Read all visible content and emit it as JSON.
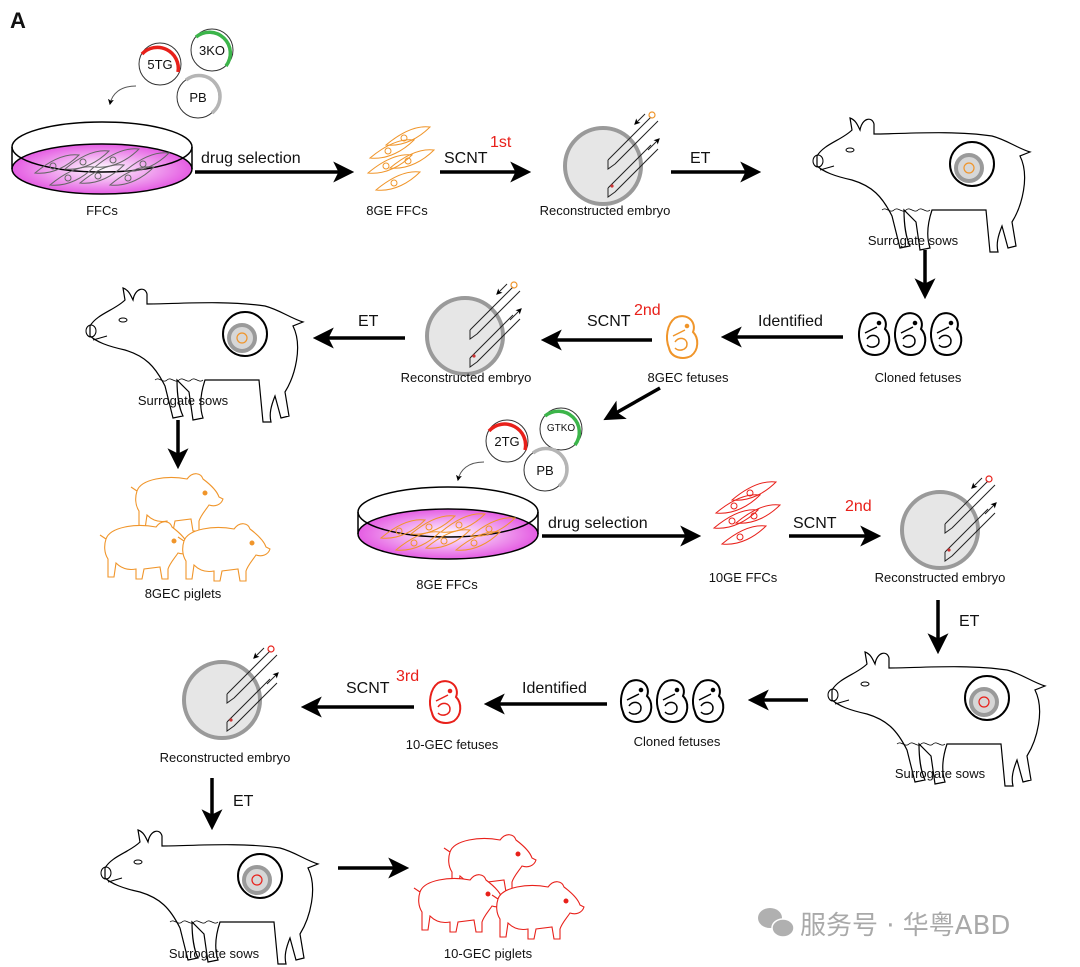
{
  "panel_label": "A",
  "colors": {
    "transgene_red": "#e8201a",
    "knockout_green": "#3cb54a",
    "backbone_gray": "#b5b5b5",
    "gen1_orange": "#f0952a",
    "gen2_red": "#e8201a",
    "medium_magenta": "#e24ce0",
    "embryo_fill": "#e6e6e6",
    "embryo_ring": "#9a9a9a"
  },
  "plasmids_round1": [
    "5TG",
    "3KO",
    "PB"
  ],
  "plasmids_round2": [
    "2TG",
    "GTKO",
    "PB"
  ],
  "nodes": {
    "ffcs": "FFCs",
    "ge8_ffcs_1": "8GE FFCs",
    "recon_1": "Reconstructed embryo",
    "surrogate_1": "Surrogate sows",
    "cloned_1": "Cloned fetuses",
    "gec8_fetuses": "8GEC fetuses",
    "recon_2": "Reconstructed embryo",
    "surrogate_2": "Surrogate sows",
    "gec8_piglets": "8GEC piglets",
    "ge8_ffcs_2": "8GE FFCs",
    "ge10_ffcs": "10GE FFCs",
    "recon_3": "Reconstructed embryo",
    "surrogate_3": "Surrogate sows",
    "cloned_2": "Cloned fetuses",
    "gec10_fetuses": "10-GEC fetuses",
    "recon_4": "Reconstructed embryo",
    "surrogate_4": "Surrogate sows",
    "gec10_piglets": "10-GEC piglets"
  },
  "arrows": {
    "drug_selection_1": "drug selection",
    "scnt_1": "SCNT",
    "scnt_1_order": "1st",
    "et_1": "ET",
    "identified_1": "Identified",
    "scnt_2": "SCNT",
    "scnt_2_order": "2nd",
    "et_2": "ET",
    "drug_selection_2": "drug selection",
    "scnt_3": "SCNT",
    "scnt_3_order": "2nd",
    "et_3": "ET",
    "identified_2": "Identified",
    "scnt_4": "SCNT",
    "scnt_4_order": "3rd",
    "et_4": "ET"
  },
  "watermark": "服务号 · 华粤ABD"
}
